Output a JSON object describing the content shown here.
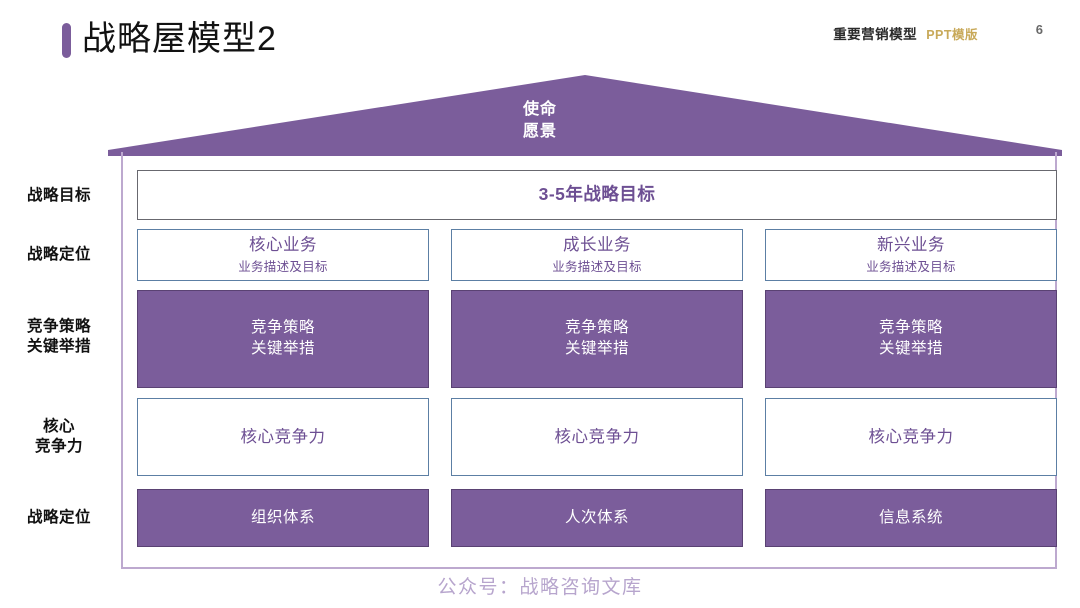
{
  "header": {
    "title": "战略屋模型2",
    "brand_main": "重要营销模型",
    "brand_sub": "PPT模版",
    "page_number": "6",
    "accent_color": "#7b5d9b",
    "brand_sub_color": "#c8a959"
  },
  "house": {
    "roof": {
      "line1": "使命",
      "line2": "愿景",
      "fill": "#7b5d9b",
      "text_color": "#ffffff"
    },
    "wall_color": "#bda9cf"
  },
  "row_labels": [
    {
      "line1": "战略目标",
      "line2": ""
    },
    {
      "line1": "战略定位",
      "line2": ""
    },
    {
      "line1": "竞争策略",
      "line2": "关键举措"
    },
    {
      "line1": "核心",
      "line2": "竞争力"
    },
    {
      "line1": "战略定位",
      "line2": ""
    }
  ],
  "rows": [
    {
      "style": "goal",
      "cells": [
        {
          "main": "3-5年战略目标",
          "sub": ""
        }
      ]
    },
    {
      "style": "outline",
      "cells": [
        {
          "main": "核心业务",
          "sub": "业务描述及目标"
        },
        {
          "main": "成长业务",
          "sub": "业务描述及目标"
        },
        {
          "main": "新兴业务",
          "sub": "业务描述及目标"
        }
      ]
    },
    {
      "style": "filled",
      "cells": [
        {
          "main": "竞争策略",
          "sub": "关键举措"
        },
        {
          "main": "竞争策略",
          "sub": "关键举措"
        },
        {
          "main": "竞争策略",
          "sub": "关键举措"
        }
      ]
    },
    {
      "style": "outline",
      "cells": [
        {
          "main": "核心竞争力",
          "sub": ""
        },
        {
          "main": "核心竞争力",
          "sub": ""
        },
        {
          "main": "核心竞争力",
          "sub": ""
        }
      ]
    },
    {
      "style": "filled",
      "cells": [
        {
          "main": "组织体系",
          "sub": ""
        },
        {
          "main": "人次体系",
          "sub": ""
        },
        {
          "main": "信息系统",
          "sub": ""
        }
      ]
    }
  ],
  "colors": {
    "purple_fill": "#7b5d9b",
    "purple_border": "#5a4273",
    "blue_border": "#5c7fa4",
    "gray_border": "#68686f",
    "purple_text": "#6d4f93",
    "footer_purple": "#b7a5cd"
  },
  "footer": {
    "watermark": "公众号：战略咨询文库"
  }
}
